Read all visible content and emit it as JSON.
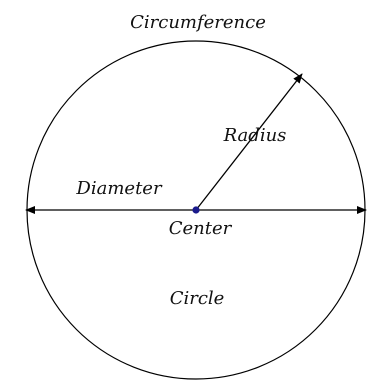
{
  "labels": {
    "circumference": "Circumference",
    "radius": "Radius",
    "diameter": "Diameter",
    "center": "Center",
    "circle": "Circle"
  },
  "colors": {
    "stroke": "#000000",
    "center_point": "#1a1a8c"
  }
}
